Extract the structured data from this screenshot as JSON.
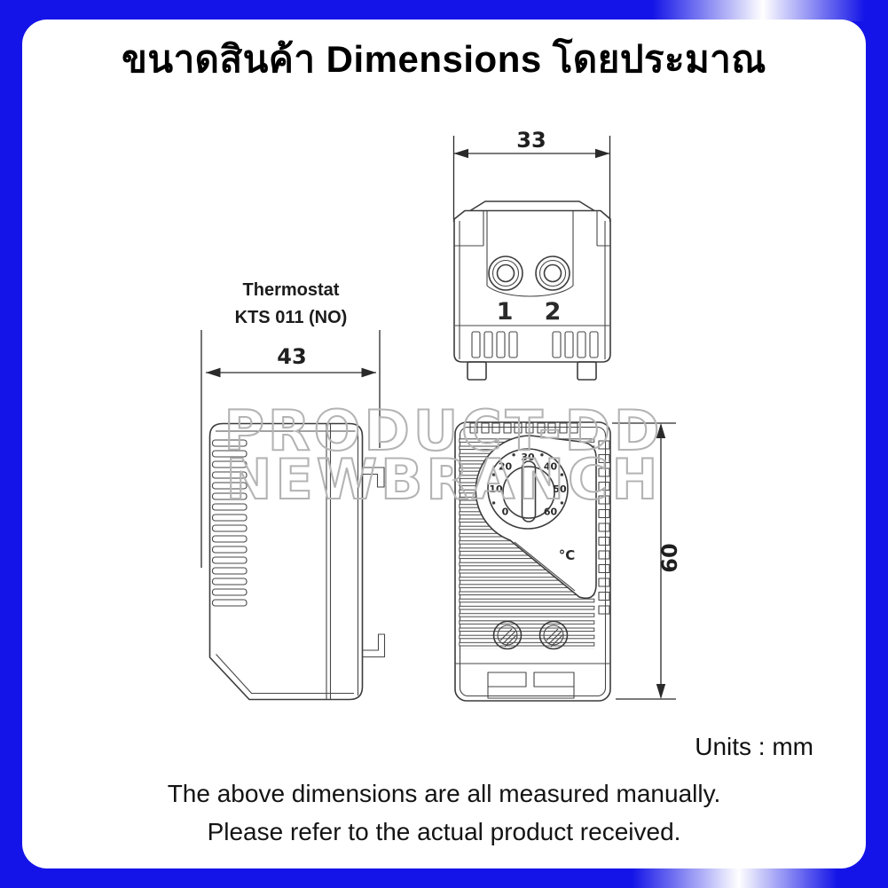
{
  "header": {
    "title": "ขนาดสินค้า Dimensions โดยประมาณ"
  },
  "product_label": {
    "line1": "Thermostat",
    "line2": "KTS 011 (NO)"
  },
  "dims": {
    "top_width": "33",
    "side_depth": "43",
    "front_height": "60"
  },
  "top_view": {
    "terminal1": "1",
    "terminal2": "2"
  },
  "front_view": {
    "dial_scale": [
      "0",
      "10",
      "20",
      "30",
      "40",
      "50",
      "60"
    ],
    "dial_unit": "°C"
  },
  "watermark": {
    "line1": "PRODUCT-DD",
    "line2": "NEWBRANCH"
  },
  "footer": {
    "units": "Units : mm",
    "line1": "The above dimensions are all measured manually.",
    "line2": "Please refer to the actual product received."
  },
  "colors": {
    "frame_blue": "#1414e8",
    "line": "#3c3c3c",
    "watermark": "#b4b4b4"
  }
}
